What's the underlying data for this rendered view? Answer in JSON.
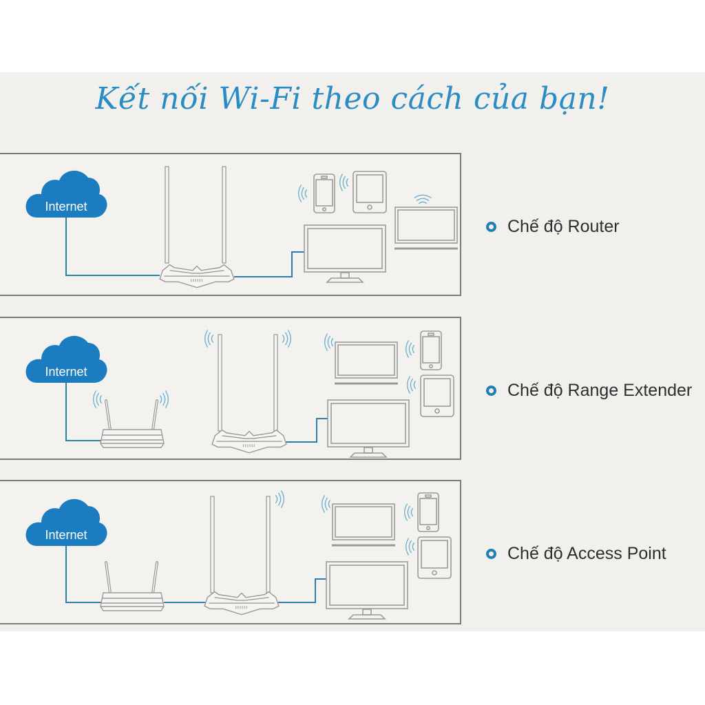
{
  "header": {
    "title": "Kết nối Wi-Fi theo cách của bạn!"
  },
  "colors": {
    "accent": "#1d7fb4",
    "cloud": "#1b7dbf",
    "cable": "#2a7fb0",
    "wifi_waves": "#6ab0d4",
    "device_outline": "#9a9a9a",
    "panel_border": "#7a7a7a",
    "background": "#f1f0ed"
  },
  "panels": [
    {
      "mode_label": "Chế độ Router",
      "cloud_label": "Internet",
      "devices": [
        "cloud",
        "router",
        "tv",
        "phone",
        "tablet",
        "laptop"
      ]
    },
    {
      "mode_label": "Chế độ Range Extender",
      "cloud_label": "Internet",
      "devices": [
        "cloud",
        "main-router",
        "extender-router",
        "laptop",
        "phone",
        "tablet",
        "tv"
      ]
    },
    {
      "mode_label": "Chế độ Access Point",
      "cloud_label": "Internet",
      "devices": [
        "cloud",
        "main-router",
        "access-point-router",
        "laptop",
        "phone",
        "tablet",
        "tv"
      ]
    }
  ]
}
